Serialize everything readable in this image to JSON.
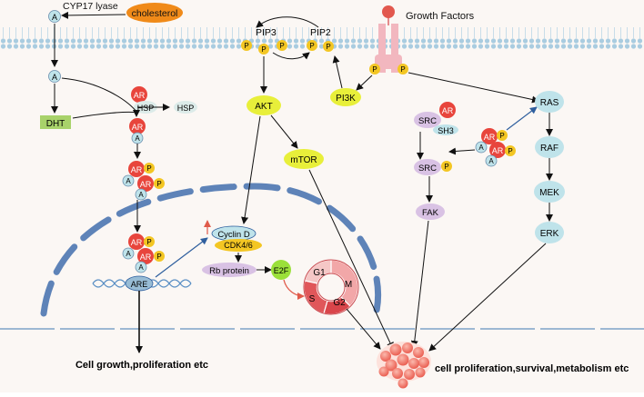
{
  "membrane": {
    "growth_factors": "Growth Factors"
  },
  "steroid": {
    "cyp17": "CYP17 lyase",
    "cholesterol": "cholesterol",
    "a": "A",
    "dht": "DHT",
    "ar": "AR",
    "hsp": "HSP",
    "p": "P",
    "are": "ARE"
  },
  "pi3k_pathway": {
    "pip3": "PIP3",
    "pip2": "PIP2",
    "pi3k": "PI3K",
    "akt": "AKT",
    "mtor": "mTOR"
  },
  "cell_cycle": {
    "cyclin_d": "Cyclin D",
    "cdk": "CDK4/6",
    "rb": "Rb protein",
    "e2f": "E2F",
    "phases": [
      "G1",
      "M",
      "S",
      "G2"
    ]
  },
  "src_pathway": {
    "src": "SRC",
    "sh3": "SH3",
    "fak": "FAK"
  },
  "mapk": {
    "ras": "RAS",
    "raf": "RAF",
    "mek": "MEK",
    "erk": "ERK"
  },
  "outcomes": {
    "cell_growth": "Cell growth,proliferation etc",
    "cell_survival": "cell proliferation,survival,metabolism etc"
  },
  "colors": {
    "ar_red": "#e8453c",
    "phospho_yellow": "#f3c623",
    "akt_yellow": "#e8ef3a",
    "node_blue": "#bfe3ea",
    "purple": "#d9c2e4",
    "nucleus_blue": "#5e83b8",
    "cholesterol_orange": "#f08a19",
    "dht_green": "#a8d26a",
    "e2f_green": "#9be03a"
  }
}
